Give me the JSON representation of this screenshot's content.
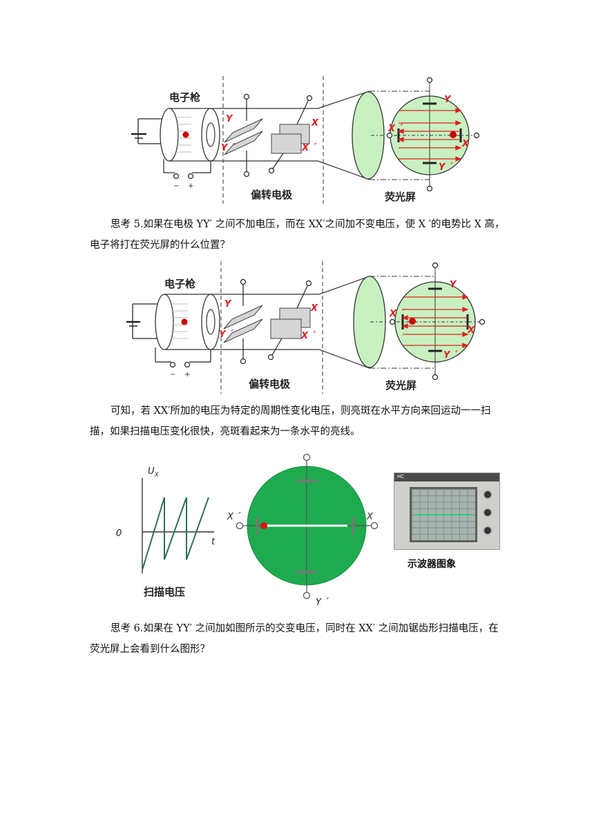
{
  "figure1": {
    "label_gun": "电子枪",
    "label_plates": "偏转电极",
    "label_screen": "荧光屏",
    "battery_minus": "−",
    "battery_plus": "+",
    "y_label": "Y",
    "y_prime_label": "Y ´",
    "x_label": "X",
    "x_prime_label": "X ´"
  },
  "paragraph1": "思考 5.如果在电极 YY′ 之间不加电压，而在 XX′之间加不变电压，使 X ′的电势比 X 高，电子将打在荧光屏的什么位置？",
  "figure2": {
    "label_gun": "电子枪",
    "label_plates": "偏转电极",
    "label_screen": "荧光屏",
    "battery_minus": "−",
    "battery_plus": "+",
    "y_label": "Y",
    "y_prime_label": "Y ´",
    "x_label": "X",
    "x_prime_label": "X ´"
  },
  "paragraph2": "可知，若 XX′所加的电压为特定的周期性变化电压，则亮斑在水平方向来回运动一一扫描，如果扫描电压变化很快，亮斑看起来为一条水平的亮线。",
  "figure3": {
    "ux_label": "U",
    "ux_sub": "X",
    "origin_label": "0",
    "t_label": "t",
    "sweep_caption": "扫描电压",
    "x_prime_label": "X ´",
    "x_label": "X",
    "y_prime_label": "Y ´",
    "photo_caption": "示波器图象",
    "photo_brand": "HC"
  },
  "paragraph3": "思考 6.如果在 YY′ 之间加如图所示的交变电压，同时在 XX′ 之间加锯齿形扫描电压，在荧光屏上会看到什么图形？",
  "colors": {
    "screen_light_green": "#c8f0c0",
    "screen_green": "#1eaa4e",
    "arrow_red": "#e02020",
    "spot_red": "#cc0000"
  }
}
